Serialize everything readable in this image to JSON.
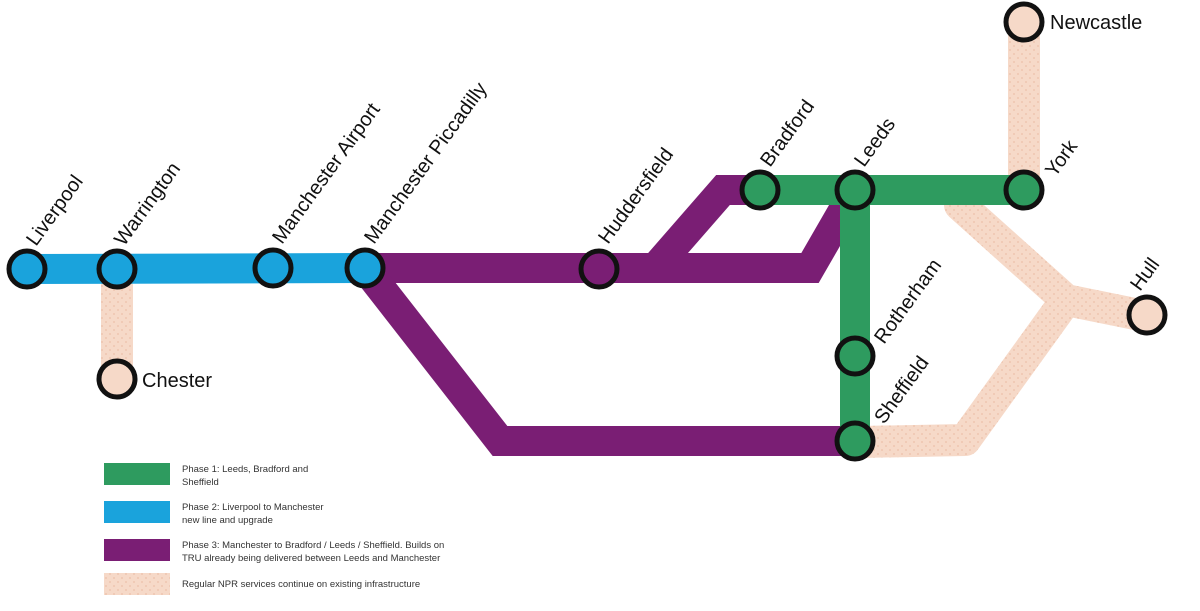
{
  "colors": {
    "phase1": "#2e9b5f",
    "phase2": "#1aa3dc",
    "phase3": "#7a1e74",
    "regular": "#f6d9c8",
    "regular_dot": "#efc6b0",
    "station_stroke": "#111111",
    "background": "#ffffff"
  },
  "stations": {
    "liverpool": "Liverpool",
    "warrington": "Warrington",
    "manchester_airport": "Manchester Airport",
    "manchester_piccadilly": "Manchester Piccadilly",
    "huddersfield": "Huddersfield",
    "bradford": "Bradford",
    "leeds": "Leeds",
    "york": "York",
    "newcastle": "Newcastle",
    "hull": "Hull",
    "rotherham": "Rotherham",
    "sheffield": "Sheffield",
    "chester": "Chester"
  },
  "legend": {
    "phase1": [
      "Phase 1: Leeds, Bradford and",
      "Sheffield"
    ],
    "phase2": [
      "Phase 2: Liverpool to Manchester",
      "new line and upgrade"
    ],
    "phase3": [
      "Phase 3: Manchester to Bradford / Leeds / Sheffield. Builds on",
      "TRU already being delivered between Leeds and Manchester"
    ],
    "regular": [
      "Regular NPR services continue on existing infrastructure"
    ]
  }
}
